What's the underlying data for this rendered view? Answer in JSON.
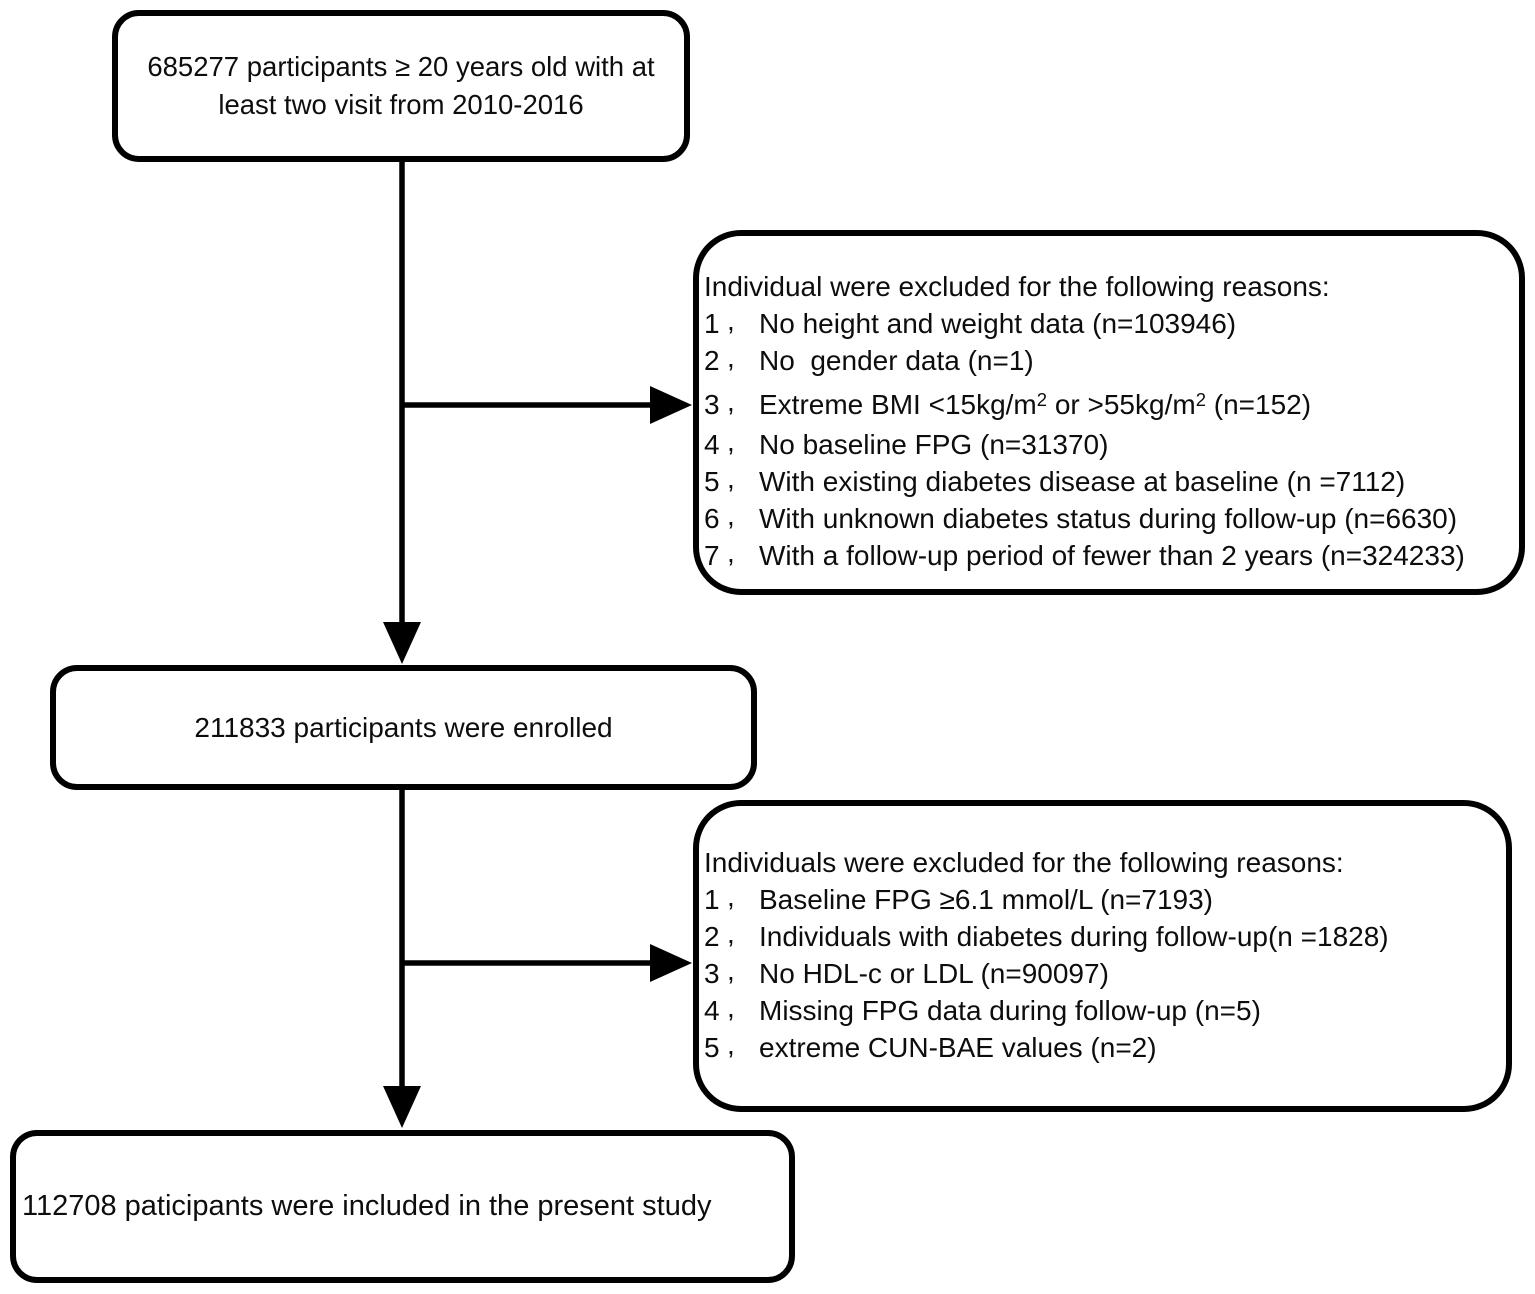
{
  "diagram": {
    "type": "participant-selection-flowchart",
    "colors": {
      "line": "#000000",
      "box_border": "#000000",
      "background": "#ffffff",
      "text": "#0d0d0d"
    },
    "enum_mark": "、",
    "box_top": {
      "text": "685277 participants ≥ 20 years old with at least two visit from 2010-2016"
    },
    "excl1": {
      "header": "Individual were excluded for the following reasons:",
      "items": [
        {
          "num": "1",
          "text": "No height and weight data (n=103946)"
        },
        {
          "num": "2",
          "text": "No  gender data (n=1)"
        },
        {
          "num": "3",
          "parts": {
            "a": "Extreme BMI <15kg/m",
            "sup1": "2",
            "b": " or >55kg/m",
            "sup2": "2",
            "c": " (n=152)"
          }
        },
        {
          "num": "4",
          "text": "No baseline FPG (n=31370)"
        },
        {
          "num": "5",
          "text": "With existing diabetes disease at baseline (n =7112)"
        },
        {
          "num": "6",
          "text": "With unknown diabetes status during follow-up (n=6630)"
        },
        {
          "num": "7",
          "text": "With a follow-up period of fewer than 2 years (n=324233)"
        }
      ]
    },
    "box_mid": {
      "text": "211833 participants were enrolled"
    },
    "excl2": {
      "header": "Individuals were excluded for the following reasons:",
      "items": [
        {
          "num": "1",
          "text": "Baseline FPG ≥6.1 mmol/L (n=7193)"
        },
        {
          "num": "2",
          "text": "Individuals with diabetes during follow-up(n =1828)"
        },
        {
          "num": "3",
          "text": "No HDL-c or LDL (n=90097)"
        },
        {
          "num": "4",
          "text": "Missing FPG data during follow-up (n=5)"
        },
        {
          "num": "5",
          "text": "extreme CUN-BAE values (n=2)"
        }
      ]
    },
    "box_bottom": {
      "text": "112708 paticipants were included in the present study"
    }
  }
}
